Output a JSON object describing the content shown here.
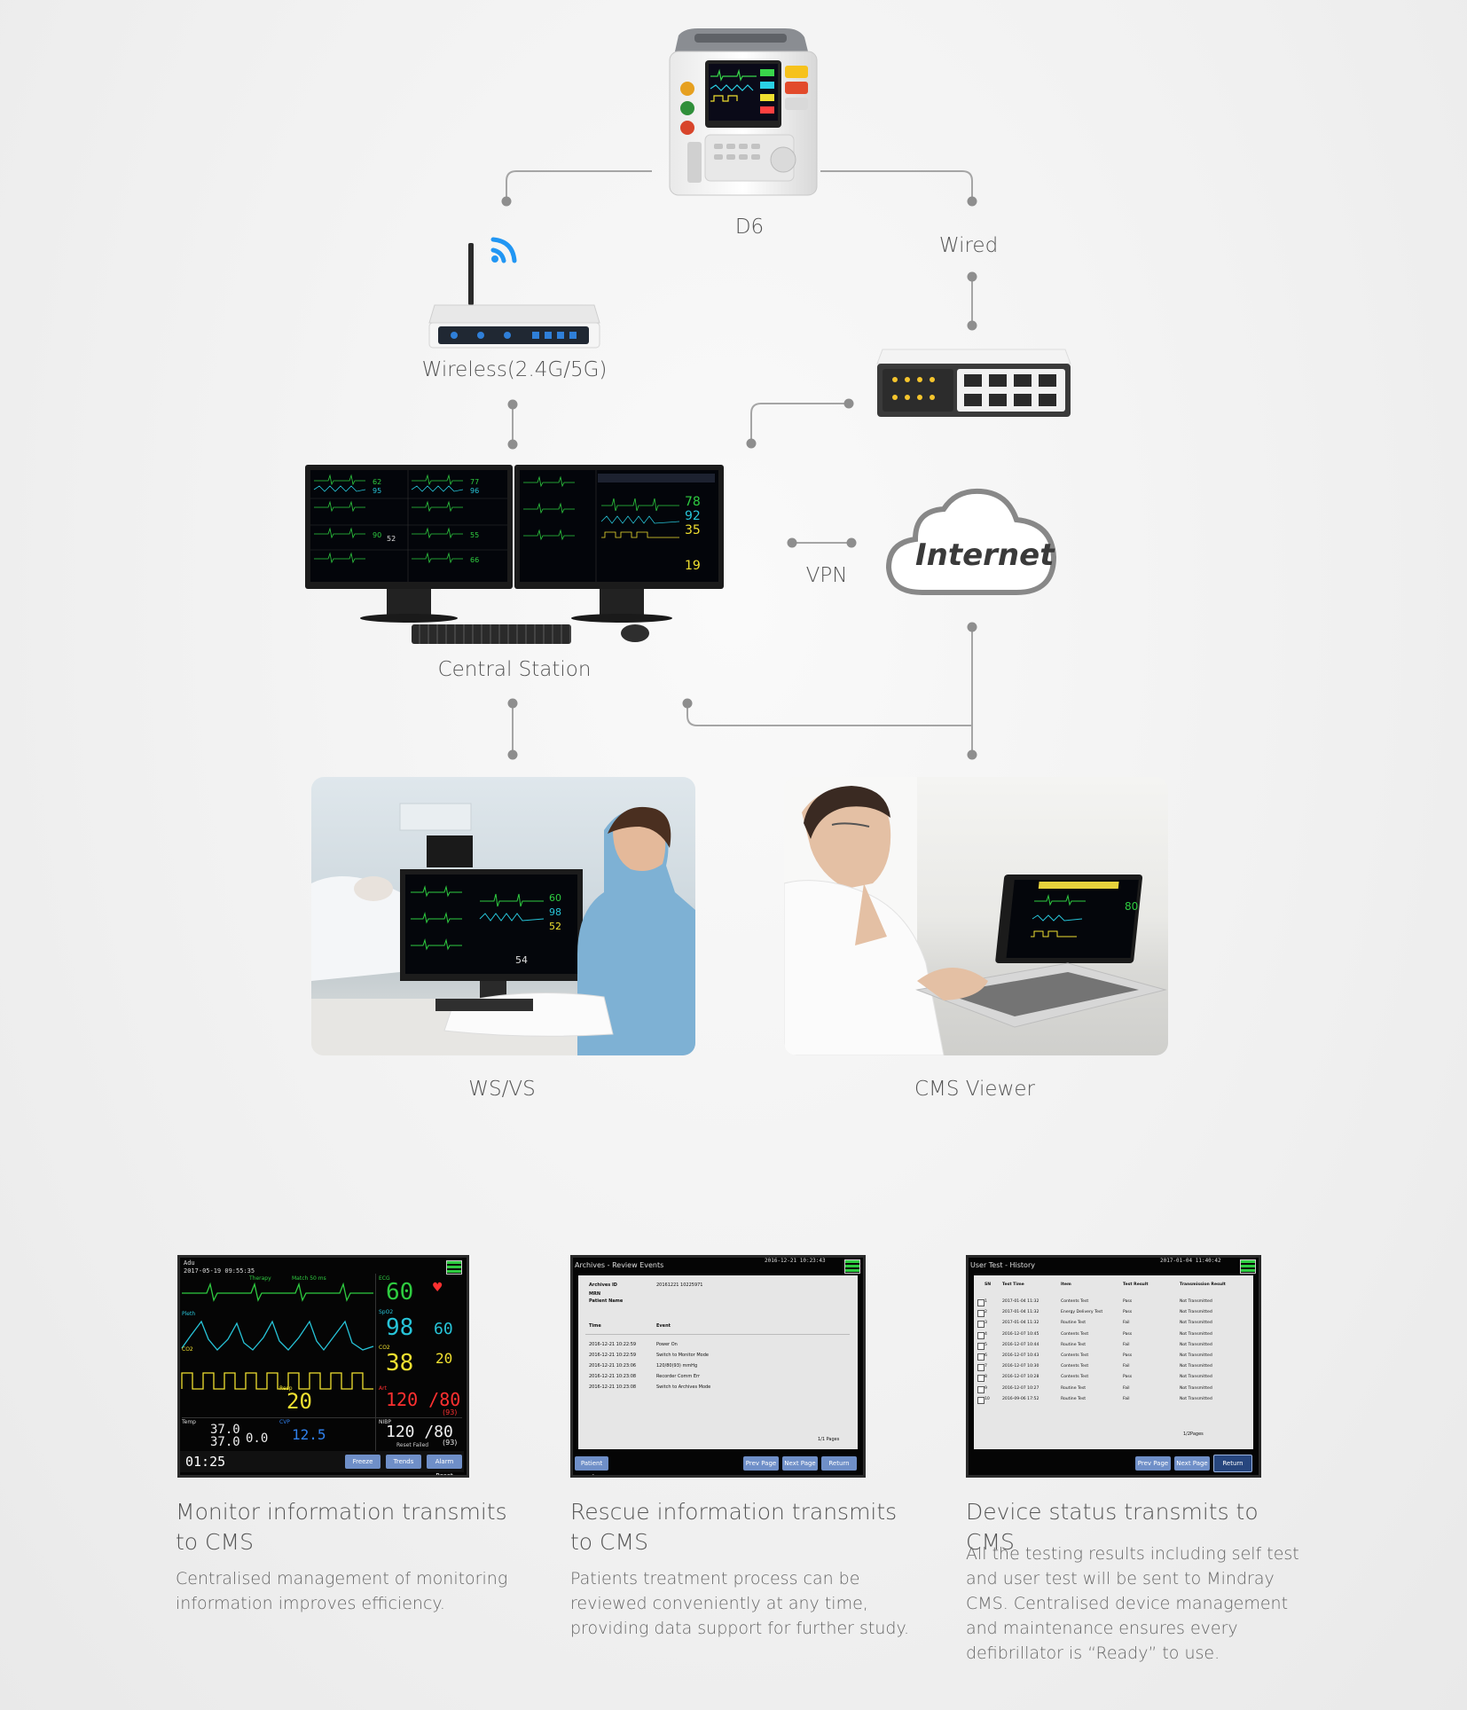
{
  "nodes": {
    "d6": "D6",
    "wired": "Wired",
    "wireless": "Wireless(2.4G/5G)",
    "central_station": "Central Station",
    "vpn": "VPN",
    "internet": "Internet",
    "ws_vs": "WS/VS",
    "cms_viewer": "CMS Viewer"
  },
  "central_values": [
    "78",
    "92",
    "35",
    "19"
  ],
  "cards": [
    {
      "title": "Monitor information transmits to CMS",
      "desc": "Centralised management of monitoring information improves efficiency."
    },
    {
      "title": "Rescue information transmits to CMS",
      "desc": "Patients treatment process can be reviewed conveniently at any time, providing data support for further study."
    },
    {
      "title": "Device status transmits to CMS",
      "desc": "All the testing results including self test and user test will be sent to Mindray CMS. Centralised device management and maintenance ensures every defibrillator is “Ready” to use."
    }
  ],
  "monitor_screen": {
    "header": "Adu",
    "datetime": "2017-05-19 09:55:35",
    "therapy": "Therapy",
    "mode": "Match 50 ms",
    "ecg_label": "ECG",
    "hr": "60",
    "spo2_label": "SpO2",
    "spo2": "98",
    "pr": "60",
    "co2_label": "CO2",
    "co2": "38",
    "awrr": "20",
    "resp_label": "Resp",
    "resp": "20",
    "art_label": "Art",
    "art": "120 /80",
    "art_mean": "(93)",
    "temp_label": "Temp",
    "t1": "37.0",
    "t2": "37.0",
    "td": "0.0",
    "cvp_label": "CVP",
    "cvp": "12.5",
    "nibp_label": "NIBP",
    "nibp": "120 /80",
    "nibp_mean": "(93)",
    "reset": "Reset Failed",
    "timer": "01:25",
    "buttons": [
      "Freeze",
      "Trends",
      "Alarm Reset"
    ]
  },
  "rescue_screen": {
    "title": "Archives - Review Events",
    "datetime": "2016-12-21 10:23:43",
    "archives_id_label": "Archives ID",
    "archives_id": "20161221 10225971",
    "mrn_label": "MRN",
    "patient_label": "Patient Name",
    "col_time": "Time",
    "col_event": "Event",
    "rows": [
      [
        "2016-12-21 10:22:59",
        "Power On"
      ],
      [
        "2016-12-21 10:22:59",
        "Switch to Monitor Mode"
      ],
      [
        "2016-12-21 10:23:06",
        "120/80(93) mmHg"
      ],
      [
        "2016-12-21 10:23:08",
        "Recorder Comm Err"
      ],
      [
        "2016-12-21 10:23:08",
        "Switch to Archives Mode"
      ]
    ],
    "pages": "1/1 Pages",
    "buttons": [
      "Patient Info",
      "Prev Page",
      "Next Page",
      "Return"
    ]
  },
  "device_screen": {
    "title": "User Test - History",
    "datetime": "2017-01-04 11:40:42",
    "headers": [
      "SN",
      "Test Time",
      "Item",
      "Test Result",
      "Transmission Result"
    ],
    "rows": [
      [
        "1",
        "2017-01-04 11:32",
        "Contents Test",
        "Pass",
        "Not Transmitted"
      ],
      [
        "2",
        "2017-01-04 11:32",
        "Energy Delivery Test",
        "Pass",
        "Not Transmitted"
      ],
      [
        "3",
        "2017-01-04 11:32",
        "Routine Test",
        "Fail",
        "Not Transmitted"
      ],
      [
        "4",
        "2016-12-07 10:45",
        "Contents Test",
        "Pass",
        "Not Transmitted"
      ],
      [
        "5",
        "2016-12-07 10:44",
        "Routine Test",
        "Fail",
        "Not Transmitted"
      ],
      [
        "6",
        "2016-12-07 10:43",
        "Contents Test",
        "Pass",
        "Not Transmitted"
      ],
      [
        "7",
        "2016-12-07 10:30",
        "Contents Test",
        "Fail",
        "Not Transmitted"
      ],
      [
        "8",
        "2016-12-07 10:28",
        "Contents Test",
        "Pass",
        "Not Transmitted"
      ],
      [
        "9",
        "2016-12-07 10:27",
        "Routine Test",
        "Fail",
        "Not Transmitted"
      ],
      [
        "10",
        "2016-09-06 17:52",
        "Routine Test",
        "Fail",
        "Not Transmitted"
      ]
    ],
    "pages": "1/2Pages",
    "buttons": [
      "Prev Page",
      "Next Page",
      "Return"
    ]
  },
  "colors": {
    "line": "#9a9a9a",
    "dot": "#8f8f8f",
    "ecg": "#2ecc40",
    "spo2": "#27c4d8",
    "co2": "#f0e030",
    "art": "#ff3030",
    "btn": "#6f8fc8"
  }
}
